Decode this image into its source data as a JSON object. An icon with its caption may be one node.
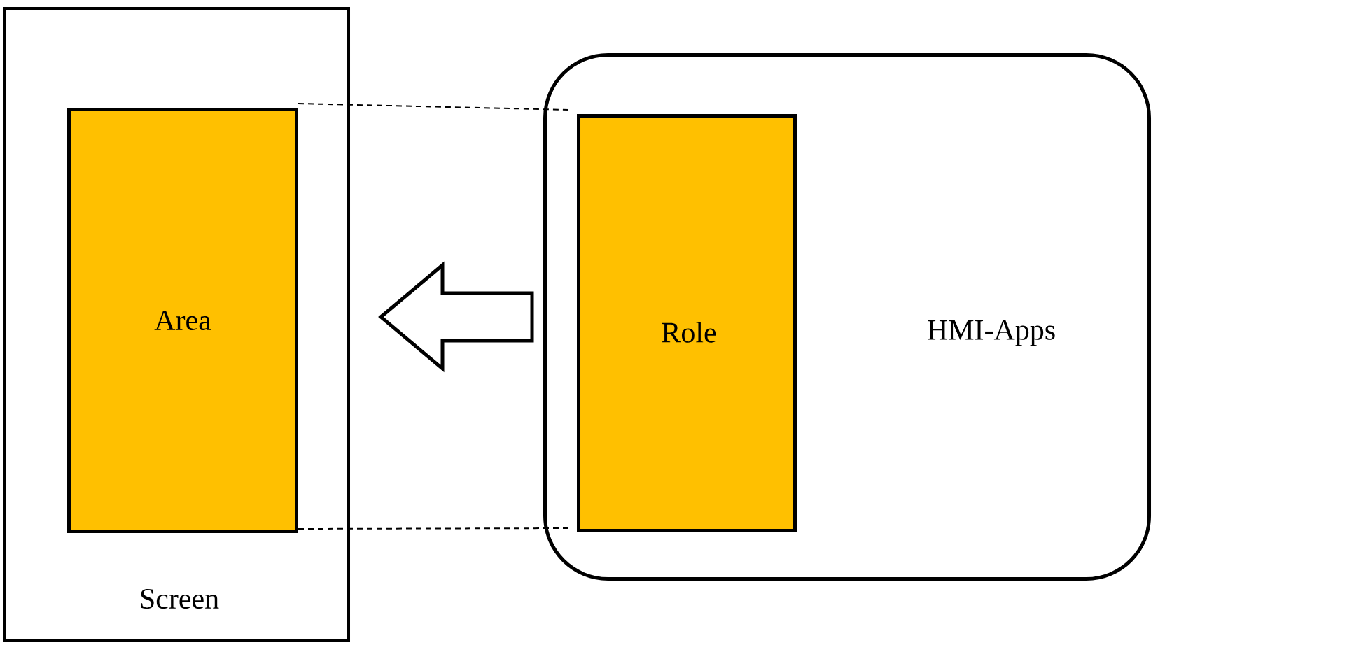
{
  "diagram": {
    "nodes": [
      {
        "text": [
          "Screen"
        ]
      },
      {
        "text": [
          "Area"
        ],
        "in": 0
      },
      {
        "text": [
          "HMI-Apps"
        ]
      },
      {
        "text": [
          "Role"
        ],
        "in": 2
      }
    ],
    "edges": [
      {
        "from": 2,
        "to": 0,
        "arrow": "to"
      },
      {
        "from": 1,
        "to": 3,
        "arrow": "none",
        "style": "dashed"
      },
      {
        "from": 1,
        "to": 3,
        "arrow": "none",
        "style": "dashed"
      }
    ]
  }
}
